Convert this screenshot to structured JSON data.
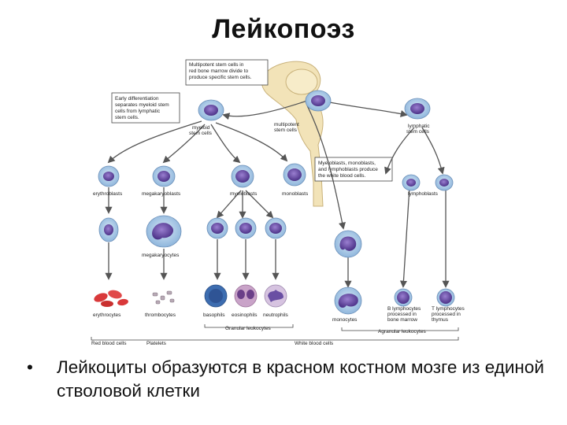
{
  "title": "Лейкопоэз",
  "bullet": "Лейкоциты образуются в красном костном мозге из единой стволовой клетки",
  "diagram": {
    "notes": {
      "multipotent": [
        "Multipotent stem cells in",
        "red bone marrow divide to",
        "produce specific stem cells."
      ],
      "early": [
        "Early differentiation",
        "separates myeloid stem",
        "cells from lymphatic",
        "stem cells."
      ],
      "myeloblasts": [
        "Myeloblasts, monoblasts,",
        "and lymphoblasts produce",
        "the white blood cells."
      ]
    },
    "cells": {
      "myeloid_stem": [
        "myeloid",
        "stem cells"
      ],
      "multipotent_stem": [
        "multipotent",
        "stem cells"
      ],
      "lymphatic_stem": [
        "lymphatic",
        "stem cells"
      ],
      "erythroblasts": "erythroblasts",
      "megakaryoblasts": "megakaryoblasts",
      "myeloblasts": "myeloblasts",
      "monoblasts": "monoblasts",
      "lymphoblasts": "lymphoblasts",
      "megakaryocytes": "megakaryocytes",
      "erythrocytes": "erythrocytes",
      "thrombocytes": "thrombocytes",
      "basophils": "basophils",
      "eosinophils": "eosinophils",
      "neutrophils": "neutrophils",
      "monocytes": "monocytes",
      "b_lymphocytes": [
        "B lymphocytes",
        "processed in",
        "bone marrow"
      ],
      "t_lymphocytes": [
        "T lymphocytes",
        "processed in",
        "thymus"
      ]
    },
    "brackets": {
      "granular": "Granular leukocytes",
      "agranular": "Agranular leukocytes",
      "red": "Red blood cells",
      "platelets": "Platelets",
      "white": "White blood cells"
    },
    "colors": {
      "cell_body": "#a9c9e6",
      "nucleus": "#6a4fa3",
      "bone": "#f2e3b8",
      "arrow": "#555555",
      "rbc": "#d9393a"
    }
  }
}
